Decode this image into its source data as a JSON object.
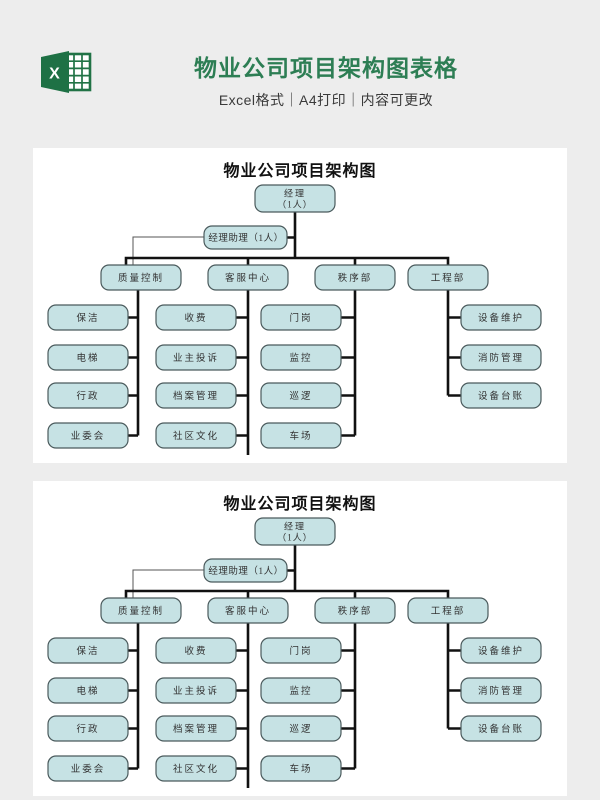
{
  "page": {
    "background": "#ededed",
    "panel_background": "#ffffff"
  },
  "header": {
    "icon": "excel-logo",
    "title": "物业公司项目架构图表格",
    "subtitle": "Excel格式｜A4打印｜内容可更改",
    "title_color": "#2d7e54",
    "subtitle_color": "#3a3a3a",
    "excel_green": "#217346"
  },
  "org_chart": {
    "title": "物业公司项目架构图",
    "colors": {
      "box_fill": "#c6e2e4",
      "box_border": "#4a5a5c",
      "line": "#111111",
      "thin_line": "#555555",
      "text": "#333333"
    },
    "root": {
      "line1": "经理",
      "line2": "（1人）"
    },
    "assistant": "经理助理（1人）",
    "departments": [
      {
        "label": "质量控制",
        "children": [
          "保洁",
          "电梯",
          "行政",
          "业委会"
        ]
      },
      {
        "label": "客服中心",
        "children": [
          "收费",
          "业主投诉",
          "档案管理",
          "社区文化"
        ]
      },
      {
        "label": "秩序部",
        "children": [
          "门岗",
          "监控",
          "巡逻",
          "车场"
        ]
      },
      {
        "label": "工程部",
        "children": [
          "设备维护",
          "消防管理",
          "设备台账"
        ]
      }
    ]
  },
  "panels": [
    {
      "name": "chart-panel-1"
    },
    {
      "name": "chart-panel-2"
    }
  ]
}
